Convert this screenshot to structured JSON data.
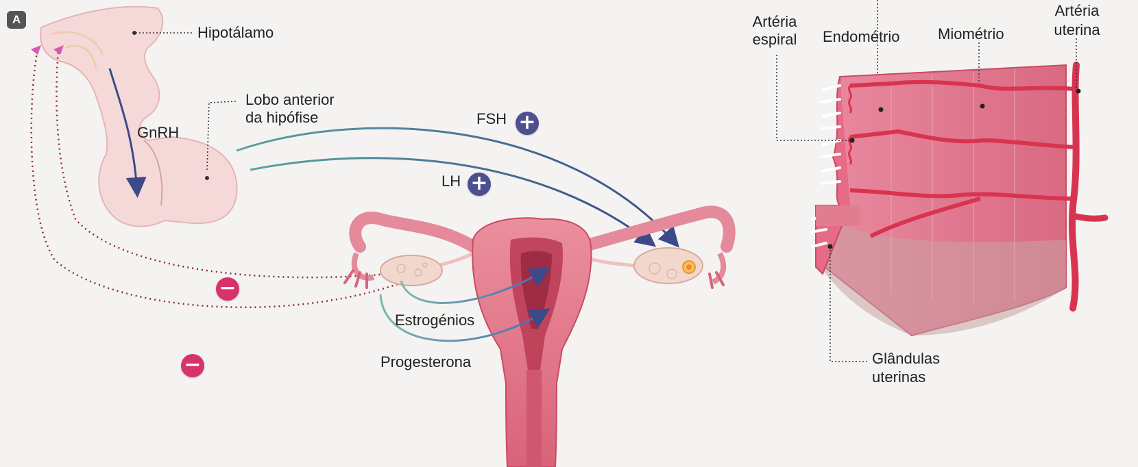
{
  "panel_label": "A",
  "labels": {
    "hipotalamo": "Hipotálamo",
    "lobo_line1": "Lobo anterior",
    "lobo_line2": "da hipófise",
    "gnrh": "GnRH",
    "fsh": "FSH",
    "lh": "LH",
    "estrogenios": "Estrogénios",
    "progesterona": "Progesterona",
    "arteria_espiral_1": "Artéria",
    "arteria_espiral_2": "espiral",
    "endometrio": "Endométrio",
    "miometrio": "Miométrio",
    "arteria_uterina_1": "Artéria",
    "arteria_uterina_2": "uterina",
    "glandulas_1": "Glândulas",
    "glandulas_2": "uterinas"
  },
  "signs": {
    "plus": "+",
    "minus": "−"
  },
  "colors": {
    "tissue": "#e27d8f",
    "tissue_dark": "#c94a63",
    "pituitary": "#f5d9d9",
    "ovary": "#f2d7cd",
    "arrow_blue": "#3d4a8a",
    "artery": "#d9344f",
    "dotted": "#8a2a35",
    "plus_badge": "#4e4f8f",
    "minus_badge": "#d8326a"
  }
}
